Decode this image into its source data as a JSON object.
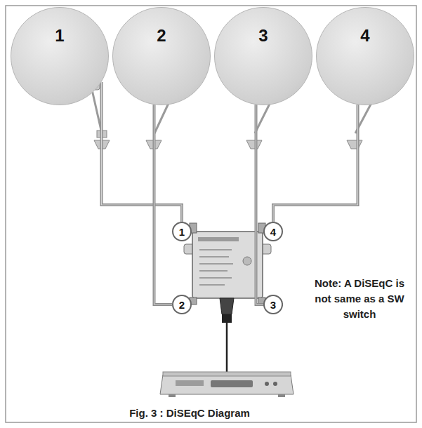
{
  "diagram": {
    "caption": "Fig. 3 : DiSEqC Diagram",
    "nodes": [
      {
        "text": [
          "1"
        ]
      },
      {
        "text": [
          "2"
        ]
      },
      {
        "text": [
          "3"
        ]
      },
      {
        "text": [
          "4"
        ]
      },
      {
        "text": [
          "1"
        ]
      },
      {
        "text": [
          "4"
        ]
      },
      {
        "text": [
          "2"
        ]
      },
      {
        "text": [
          "3"
        ]
      }
    ],
    "edges": [
      {
        "from": 0,
        "to": 4,
        "arrow": "none"
      },
      {
        "from": 1,
        "to": 6,
        "arrow": "none"
      },
      {
        "from": 2,
        "to": 7,
        "arrow": "none"
      },
      {
        "from": 3,
        "to": 5,
        "arrow": "none"
      }
    ],
    "labels": [
      "Note: A DiSEqC is not same as a SW switch"
    ]
  }
}
